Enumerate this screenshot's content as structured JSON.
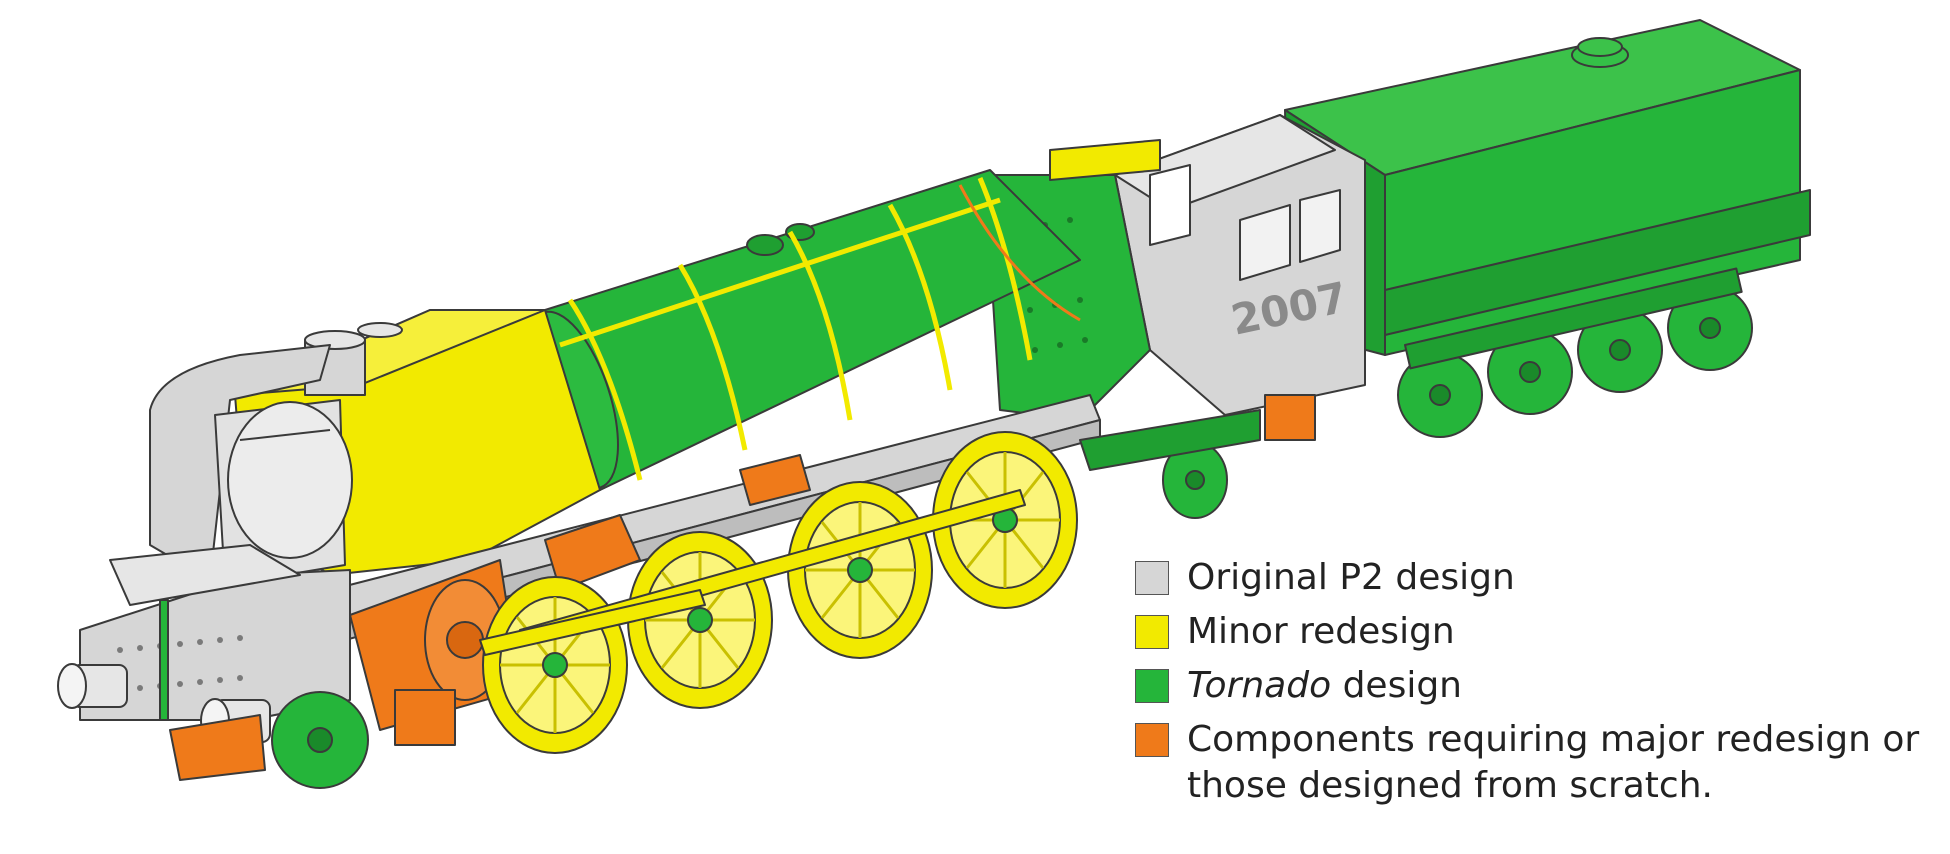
{
  "colors": {
    "original": "#d6d6d6",
    "minor": "#f2ea00",
    "tornado": "#25b53a",
    "major": "#ef7a1a",
    "outline": "#3a3a3a"
  },
  "locomotive": {
    "cab_number": "2007"
  },
  "legend": {
    "items": [
      {
        "label": "Original P2 design",
        "color": "#d6d6d6"
      },
      {
        "label": "Minor redesign",
        "color": "#f2ea00"
      },
      {
        "label_em": "Tornado",
        "label_rest": " design",
        "color": "#25b53a"
      },
      {
        "label_line1": "Components requiring major redesign or",
        "label_line2": "those designed from scratch.",
        "color": "#ef7a1a"
      }
    ]
  }
}
